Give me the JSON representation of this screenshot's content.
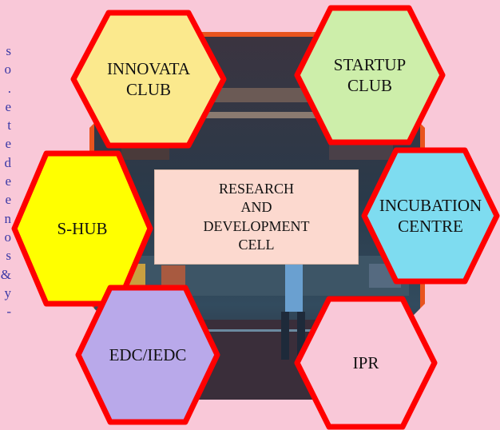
{
  "colors": {
    "background": "#f9c8d8",
    "hex_border": "#ff0000",
    "side_text": "#3a38a6",
    "center_box": "#fcd9cf"
  },
  "side_text_fragment": [
    "s",
    "o",
    ".",
    "e",
    "t",
    "e",
    "d",
    "e",
    "e",
    "n",
    "o",
    "s",
    "&",
    "y",
    "-"
  ],
  "center": {
    "label": "RESEARCH\nAND\nDEVELOPMENT\nCELL"
  },
  "hexagons": [
    {
      "id": "innovata-club",
      "label": "INNOVATA\nCLUB",
      "fill": "#fbe98d"
    },
    {
      "id": "startup-club",
      "label": "STARTUP\nCLUB",
      "fill": "#cdeeaa"
    },
    {
      "id": "s-hub",
      "label": "S-HUB",
      "fill": "#ffff00"
    },
    {
      "id": "incubation-centre",
      "label": "INCUBATION\nCENTRE",
      "fill": "#7edcf0"
    },
    {
      "id": "edc-iedc",
      "label": "EDC/IEDC",
      "fill": "#b9a9ea"
    },
    {
      "id": "ipr",
      "label": "IPR",
      "fill": "#f9c8d8"
    }
  ]
}
